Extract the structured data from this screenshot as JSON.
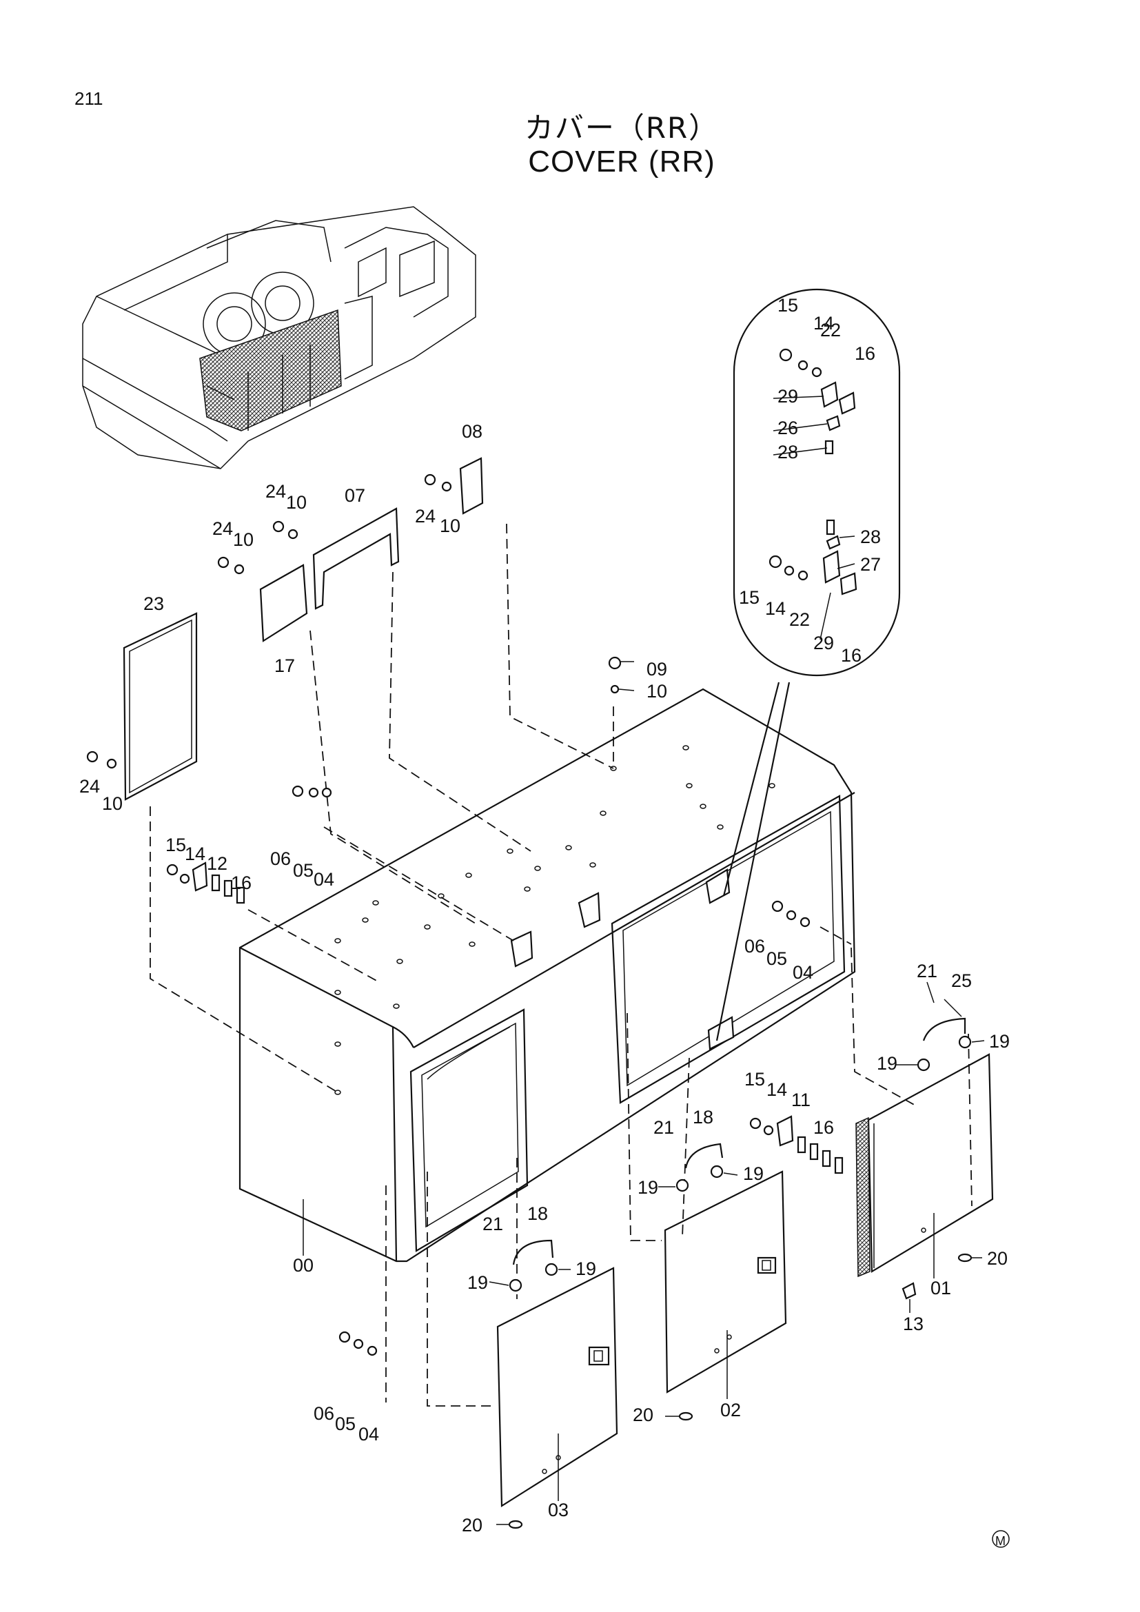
{
  "page": {
    "number": "211",
    "manufacturer_mark": "M"
  },
  "title": {
    "jp": "カバー（RR）",
    "en": "COVER (RR)"
  },
  "callouts": [
    {
      "id": "00",
      "label": "00"
    },
    {
      "id": "01",
      "label": "01"
    },
    {
      "id": "02",
      "label": "02"
    },
    {
      "id": "03",
      "label": "03"
    },
    {
      "id": "04a",
      "label": "04"
    },
    {
      "id": "04b",
      "label": "04"
    },
    {
      "id": "04c",
      "label": "04"
    },
    {
      "id": "05a",
      "label": "05"
    },
    {
      "id": "05b",
      "label": "05"
    },
    {
      "id": "05c",
      "label": "05"
    },
    {
      "id": "06a",
      "label": "06"
    },
    {
      "id": "06b",
      "label": "06"
    },
    {
      "id": "06c",
      "label": "06"
    },
    {
      "id": "07",
      "label": "07"
    },
    {
      "id": "08",
      "label": "08"
    },
    {
      "id": "09",
      "label": "09"
    },
    {
      "id": "10a",
      "label": "10"
    },
    {
      "id": "10b",
      "label": "10"
    },
    {
      "id": "10c",
      "label": "10"
    },
    {
      "id": "10d",
      "label": "10"
    },
    {
      "id": "10e",
      "label": "10"
    },
    {
      "id": "11",
      "label": "11"
    },
    {
      "id": "12",
      "label": "12"
    },
    {
      "id": "13",
      "label": "13"
    },
    {
      "id": "14a",
      "label": "14"
    },
    {
      "id": "14b",
      "label": "14"
    },
    {
      "id": "14c",
      "label": "14"
    },
    {
      "id": "14d",
      "label": "14"
    },
    {
      "id": "15a",
      "label": "15"
    },
    {
      "id": "15b",
      "label": "15"
    },
    {
      "id": "15c",
      "label": "15"
    },
    {
      "id": "15d",
      "label": "15"
    },
    {
      "id": "16a",
      "label": "16"
    },
    {
      "id": "16b",
      "label": "16"
    },
    {
      "id": "16c",
      "label": "16"
    },
    {
      "id": "16d",
      "label": "16"
    },
    {
      "id": "17",
      "label": "17"
    },
    {
      "id": "18a",
      "label": "18"
    },
    {
      "id": "18b",
      "label": "18"
    },
    {
      "id": "19a",
      "label": "19"
    },
    {
      "id": "19b",
      "label": "19"
    },
    {
      "id": "19c",
      "label": "19"
    },
    {
      "id": "19d",
      "label": "19"
    },
    {
      "id": "19e",
      "label": "19"
    },
    {
      "id": "19f",
      "label": "19"
    },
    {
      "id": "20a",
      "label": "20"
    },
    {
      "id": "20b",
      "label": "20"
    },
    {
      "id": "20c",
      "label": "20"
    },
    {
      "id": "21a",
      "label": "21"
    },
    {
      "id": "21b",
      "label": "21"
    },
    {
      "id": "21c",
      "label": "21"
    },
    {
      "id": "22a",
      "label": "22"
    },
    {
      "id": "22b",
      "label": "22"
    },
    {
      "id": "23",
      "label": "23"
    },
    {
      "id": "24a",
      "label": "24"
    },
    {
      "id": "24b",
      "label": "24"
    },
    {
      "id": "24c",
      "label": "24"
    },
    {
      "id": "24d",
      "label": "24"
    },
    {
      "id": "25",
      "label": "25"
    },
    {
      "id": "26",
      "label": "26"
    },
    {
      "id": "27",
      "label": "27"
    },
    {
      "id": "28a",
      "label": "28"
    },
    {
      "id": "28b",
      "label": "28"
    },
    {
      "id": "29a",
      "label": "29"
    },
    {
      "id": "29b",
      "label": "29"
    }
  ]
}
